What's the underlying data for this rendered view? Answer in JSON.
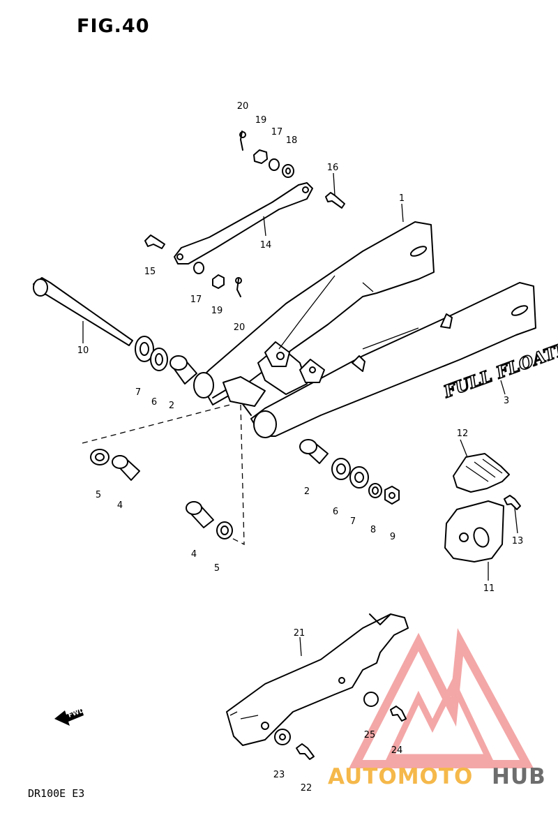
{
  "figure_title": "FIG.40",
  "model_code": "DR100E E3",
  "decal_text": "FULL FLOATER",
  "fwd_label": "FWD",
  "watermark": {
    "brand_left": "AUTOMOTO",
    "brand_right": "HUB",
    "colors": {
      "left": "#f5b84a",
      "right": "#6d6d6d",
      "logo": "#f08a8a"
    }
  },
  "callouts": [
    {
      "id": "c1",
      "label": "1"
    },
    {
      "id": "c2a",
      "label": "2"
    },
    {
      "id": "c2b",
      "label": "2"
    },
    {
      "id": "c3",
      "label": "3"
    },
    {
      "id": "c4a",
      "label": "4"
    },
    {
      "id": "c4b",
      "label": "4"
    },
    {
      "id": "c5a",
      "label": "5"
    },
    {
      "id": "c5b",
      "label": "5"
    },
    {
      "id": "c6a",
      "label": "6"
    },
    {
      "id": "c6b",
      "label": "6"
    },
    {
      "id": "c7a",
      "label": "7"
    },
    {
      "id": "c7b",
      "label": "7"
    },
    {
      "id": "c8",
      "label": "8"
    },
    {
      "id": "c9",
      "label": "9"
    },
    {
      "id": "c10",
      "label": "10"
    },
    {
      "id": "c11",
      "label": "11"
    },
    {
      "id": "c12",
      "label": "12"
    },
    {
      "id": "c13",
      "label": "13"
    },
    {
      "id": "c14",
      "label": "14"
    },
    {
      "id": "c15",
      "label": "15"
    },
    {
      "id": "c16",
      "label": "16"
    },
    {
      "id": "c17a",
      "label": "17"
    },
    {
      "id": "c17b",
      "label": "17"
    },
    {
      "id": "c18",
      "label": "18"
    },
    {
      "id": "c19a",
      "label": "19"
    },
    {
      "id": "c19b",
      "label": "19"
    },
    {
      "id": "c20a",
      "label": "20"
    },
    {
      "id": "c20b",
      "label": "20"
    },
    {
      "id": "c21",
      "label": "21"
    },
    {
      "id": "c22",
      "label": "22"
    },
    {
      "id": "c23",
      "label": "23"
    },
    {
      "id": "c24",
      "label": "24"
    },
    {
      "id": "c25",
      "label": "25"
    }
  ]
}
